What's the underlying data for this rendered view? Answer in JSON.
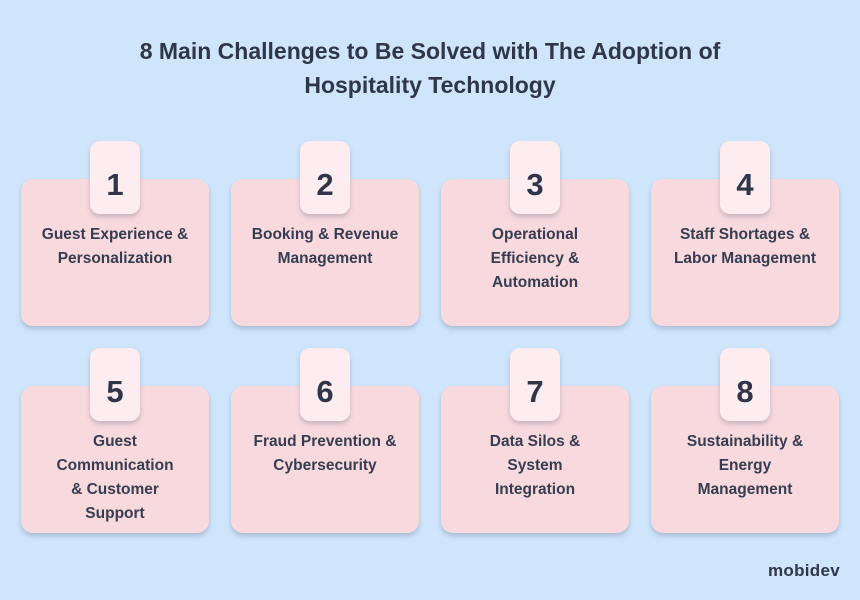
{
  "title_line1": "8 Main Challenges to Be Solved with The Adoption of",
  "title_line2": "Hospitality Technology",
  "challenges": [
    {
      "number": "1",
      "label": "Guest Experience & Personalization"
    },
    {
      "number": "2",
      "label": "Booking & Revenue Management"
    },
    {
      "number": "3",
      "label": "Operational Efficiency & Automation"
    },
    {
      "number": "4",
      "label": "Staff Shortages & Labor Management"
    },
    {
      "number": "5",
      "label": "Guest Communication & Customer Support"
    },
    {
      "number": "6",
      "label": "Fraud Prevention & Cybersecurity"
    },
    {
      "number": "7",
      "label": "Data Silos & System Integration"
    },
    {
      "number": "8",
      "label": "Sustainability & Energy Management"
    }
  ],
  "logo": "mobidev",
  "colors": {
    "background": "#cfe5fb",
    "card": "#f8d9de",
    "badge": "#fdedf0",
    "text": "#2f3648"
  }
}
